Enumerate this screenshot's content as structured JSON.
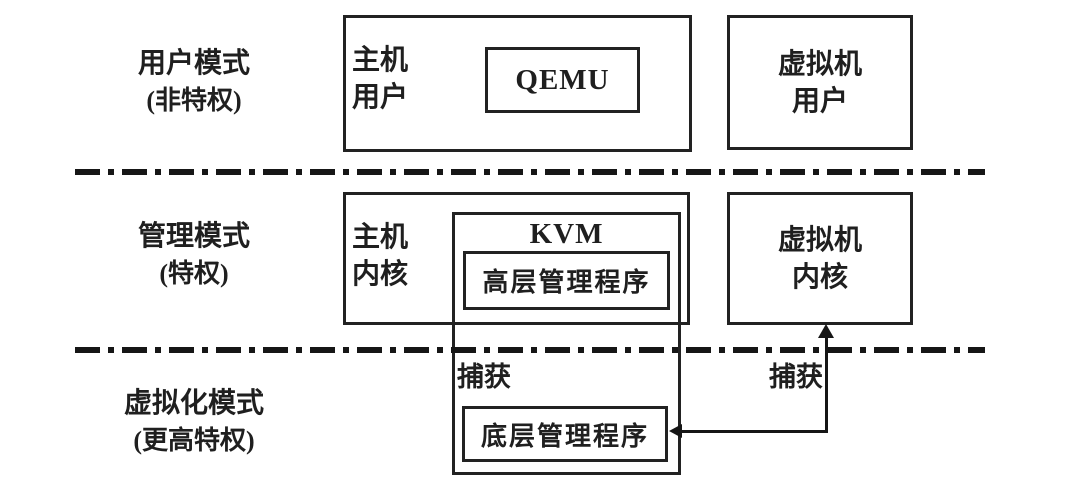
{
  "diagram_title_semantic": "KVM/QEMU virtualization privilege-mode architecture",
  "colors": {
    "line": "#222222",
    "dash_line": "#161616",
    "text": "#1f1f1f",
    "background": "#ffffff"
  },
  "modes": [
    {
      "title": "用户模式",
      "subtitle": "(非特权)"
    },
    {
      "title": "管理模式",
      "subtitle": "(特权)"
    },
    {
      "title": "虚拟化模式",
      "subtitle": "(更高特权)"
    }
  ],
  "boxes": {
    "host_user": {
      "line1": "主机",
      "line2": "用户"
    },
    "qemu": {
      "label": "QEMU"
    },
    "vm_user": {
      "line1": "虚拟机",
      "line2": "用户"
    },
    "host_kernel": {
      "line1": "主机",
      "line2": "内核"
    },
    "kvm": {
      "label": "KVM"
    },
    "high_mgr": {
      "label": "高层管理程序"
    },
    "vm_kernel": {
      "line1": "虚拟机",
      "line2": "内核"
    },
    "low_mgr": {
      "label": "底层管理程序"
    }
  },
  "labels": {
    "trap_left": "捕获",
    "trap_right": "捕获"
  }
}
